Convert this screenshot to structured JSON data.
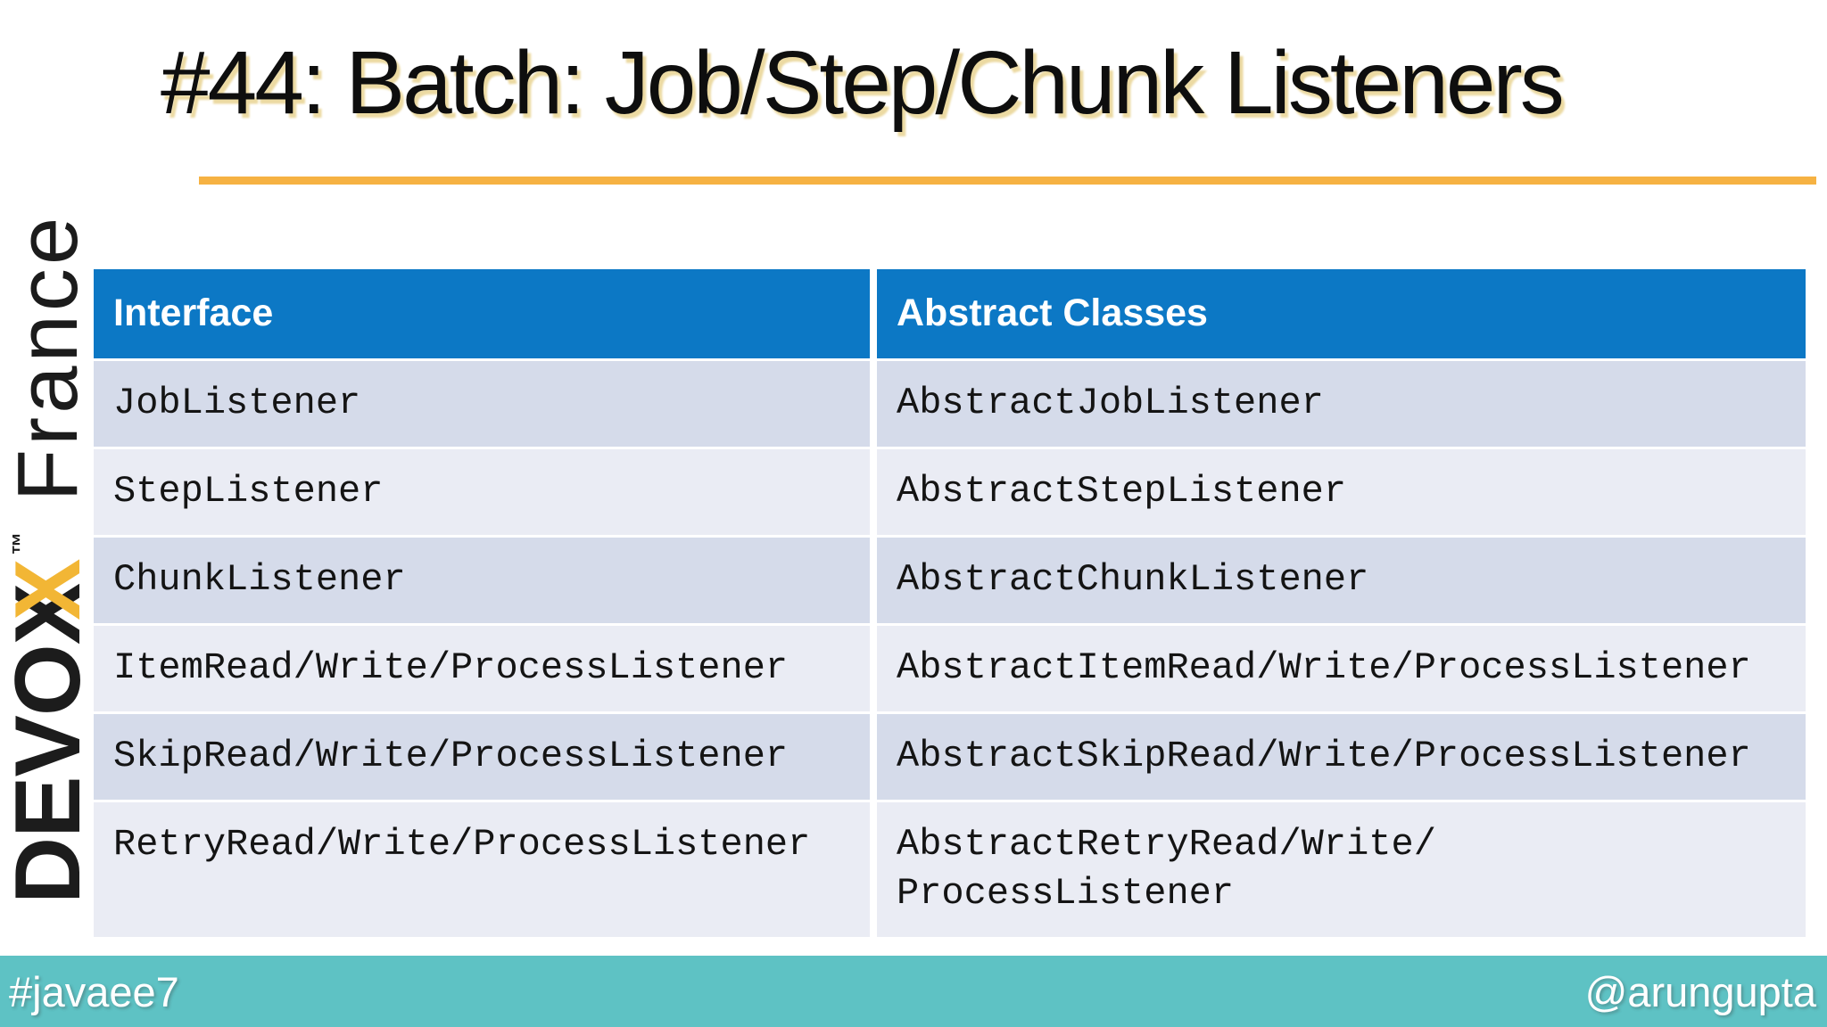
{
  "slide": {
    "title": "#44: Batch: Job/Step/Chunk Listeners",
    "logo": {
      "brand_prefix": "DEVO",
      "brand_x_black": "X",
      "brand_x_yellow": "X",
      "trademark": "™",
      "brand_suffix": "France"
    },
    "table": {
      "headers": [
        "Interface",
        "Abstract Classes"
      ],
      "rows": [
        [
          "JobListener",
          "AbstractJobListener"
        ],
        [
          "StepListener",
          "AbstractStepListener"
        ],
        [
          "ChunkListener",
          "AbstractChunkListener"
        ],
        [
          "ItemRead/Write/ProcessListener",
          "AbstractItemRead/Write/ProcessListener"
        ],
        [
          "SkipRead/Write/ProcessListener",
          "AbstractSkipRead/Write/ProcessListener"
        ],
        [
          "RetryRead/Write/ProcessListener",
          "AbstractRetryRead/Write/\nProcessListener"
        ]
      ]
    },
    "footer": {
      "hashtag": "#javaee7",
      "handle": "@arungupta"
    },
    "colors": {
      "header_blue": "#0c78c5",
      "row_dark": "#d5dbea",
      "row_light": "#eaecf4",
      "footer_teal": "#5ec2c4",
      "accent_orange": "#f6b243",
      "logo_yellow": "#f2b635"
    }
  }
}
